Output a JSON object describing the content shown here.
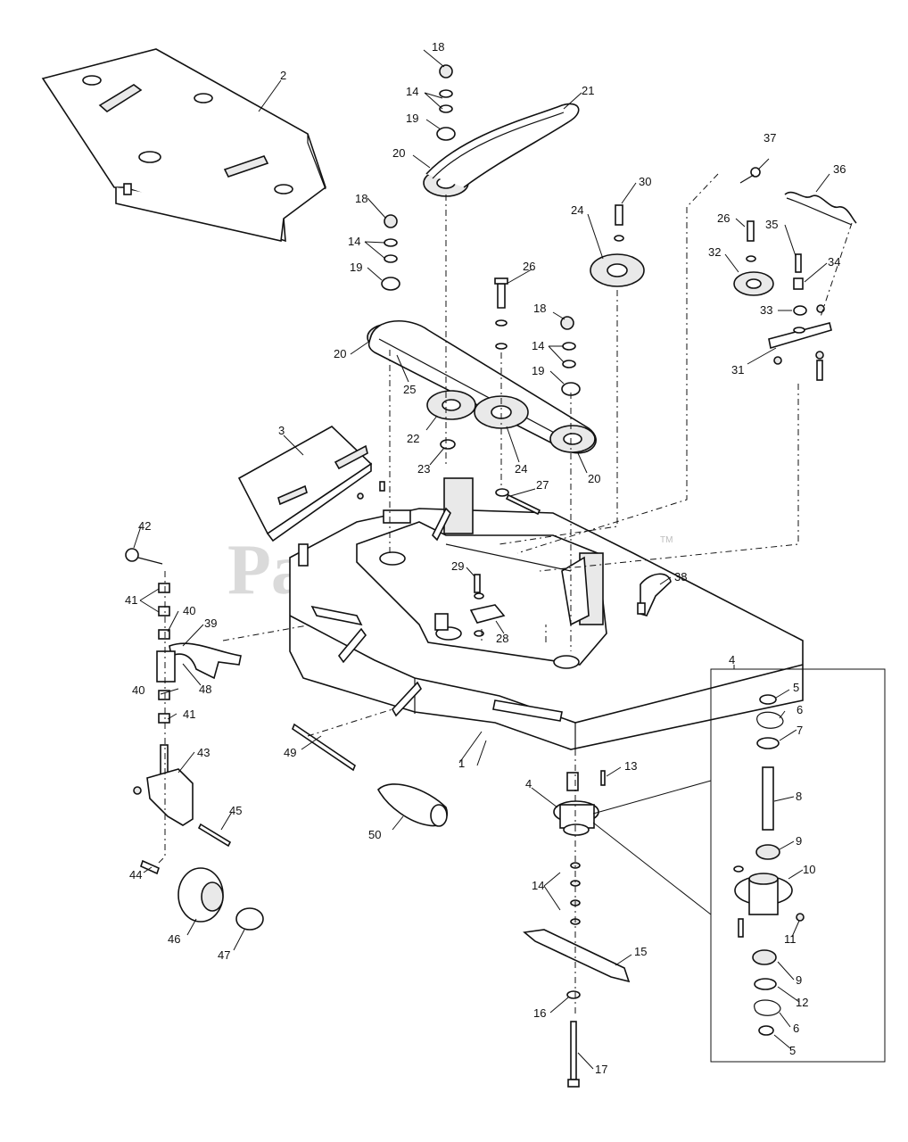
{
  "watermark": {
    "text": "PartsTree",
    "trademark": "TM"
  },
  "callouts": {
    "c1": "1",
    "c2": "2",
    "c3": "3",
    "c4a": "4",
    "c4b": "4",
    "c5a": "5",
    "c5b": "5",
    "c6a": "6",
    "c6b": "6",
    "c7": "7",
    "c8": "8",
    "c9a": "9",
    "c9b": "9",
    "c10": "10",
    "c11": "11",
    "c12": "12",
    "c13": "13",
    "c14a": "14",
    "c14b": "14",
    "c14c": "14",
    "c14d": "14",
    "c15": "15",
    "c16": "16",
    "c17": "17",
    "c18a": "18",
    "c18b": "18",
    "c18c": "18",
    "c19a": "19",
    "c19b": "19",
    "c19c": "19",
    "c20a": "20",
    "c20b": "20",
    "c20c": "20",
    "c21": "21",
    "c22": "22",
    "c23": "23",
    "c24a": "24",
    "c24b": "24",
    "c25": "25",
    "c26a": "26",
    "c26b": "26",
    "c27": "27",
    "c28": "28",
    "c29": "29",
    "c30": "30",
    "c31": "31",
    "c32": "32",
    "c33": "33",
    "c34": "34",
    "c35": "35",
    "c36": "36",
    "c37": "37",
    "c38": "38",
    "c39": "39",
    "c40a": "40",
    "c40b": "40",
    "c41a": "41",
    "c41b": "41",
    "c42": "42",
    "c43": "43",
    "c44": "44",
    "c45": "45",
    "c46": "46",
    "c47": "47",
    "c48": "48",
    "c49": "49",
    "c50": "50"
  }
}
